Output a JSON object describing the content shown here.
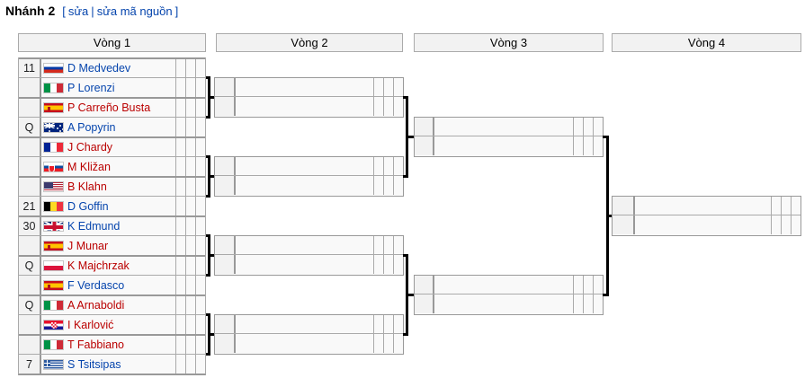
{
  "title": {
    "text": "Nhánh 2",
    "bracket_open": "[",
    "edit": "sửa",
    "separator": "|",
    "edit_source": "sửa mã nguồn",
    "bracket_close": "]"
  },
  "rounds": [
    {
      "label": "Vòng 1"
    },
    {
      "label": "Vòng 2"
    },
    {
      "label": "Vòng 3"
    },
    {
      "label": "Vòng 4"
    }
  ],
  "score_columns_per_player": 3,
  "round1": [
    {
      "seed": "11",
      "flag": "ru",
      "country": "Russia",
      "name": "D Medvedev",
      "link": "blue"
    },
    {
      "seed": "",
      "flag": "it",
      "country": "Italy",
      "name": "P Lorenzi",
      "link": "blue"
    },
    {
      "seed": "",
      "flag": "es",
      "country": "Spain",
      "name": "P Carreño Busta",
      "link": "red"
    },
    {
      "seed": "Q",
      "flag": "au",
      "country": "Australia",
      "name": "A Popyrin",
      "link": "blue"
    },
    {
      "seed": "",
      "flag": "fr",
      "country": "France",
      "name": "J Chardy",
      "link": "red"
    },
    {
      "seed": "",
      "flag": "sk",
      "country": "Slovakia",
      "name": "M Kližan",
      "link": "red"
    },
    {
      "seed": "",
      "flag": "us",
      "country": "United States",
      "name": "B Klahn",
      "link": "red"
    },
    {
      "seed": "21",
      "flag": "be",
      "country": "Belgium",
      "name": "D Goffin",
      "link": "blue"
    },
    {
      "seed": "30",
      "flag": "gb",
      "country": "United Kingdom",
      "name": "K Edmund",
      "link": "blue"
    },
    {
      "seed": "",
      "flag": "es",
      "country": "Spain",
      "name": "J Munar",
      "link": "red"
    },
    {
      "seed": "Q",
      "flag": "pl",
      "country": "Poland",
      "name": "K Majchrzak",
      "link": "red"
    },
    {
      "seed": "",
      "flag": "es",
      "country": "Spain",
      "name": "F Verdasco",
      "link": "blue"
    },
    {
      "seed": "Q",
      "flag": "it",
      "country": "Italy",
      "name": "A Arnaboldi",
      "link": "red"
    },
    {
      "seed": "",
      "flag": "hr",
      "country": "Croatia",
      "name": "I Karlović",
      "link": "red"
    },
    {
      "seed": "",
      "flag": "it",
      "country": "Italy",
      "name": "T Fabbiano",
      "link": "red"
    },
    {
      "seed": "7",
      "flag": "gr",
      "country": "Greece",
      "name": "S Tsitsipas",
      "link": "blue"
    }
  ],
  "empty_slots": {
    "round2": 4,
    "round3": 2,
    "round4": 1
  },
  "colors": {
    "link_blue": "#0645ad",
    "link_red": "#ba0000",
    "header_bg": "#f2f2f2",
    "cell_bg": "#f9f9f9",
    "seed_bg": "#f2f2f2",
    "border_light": "#aaaaaa",
    "border_strong": "#999999",
    "connector": "#000000"
  }
}
